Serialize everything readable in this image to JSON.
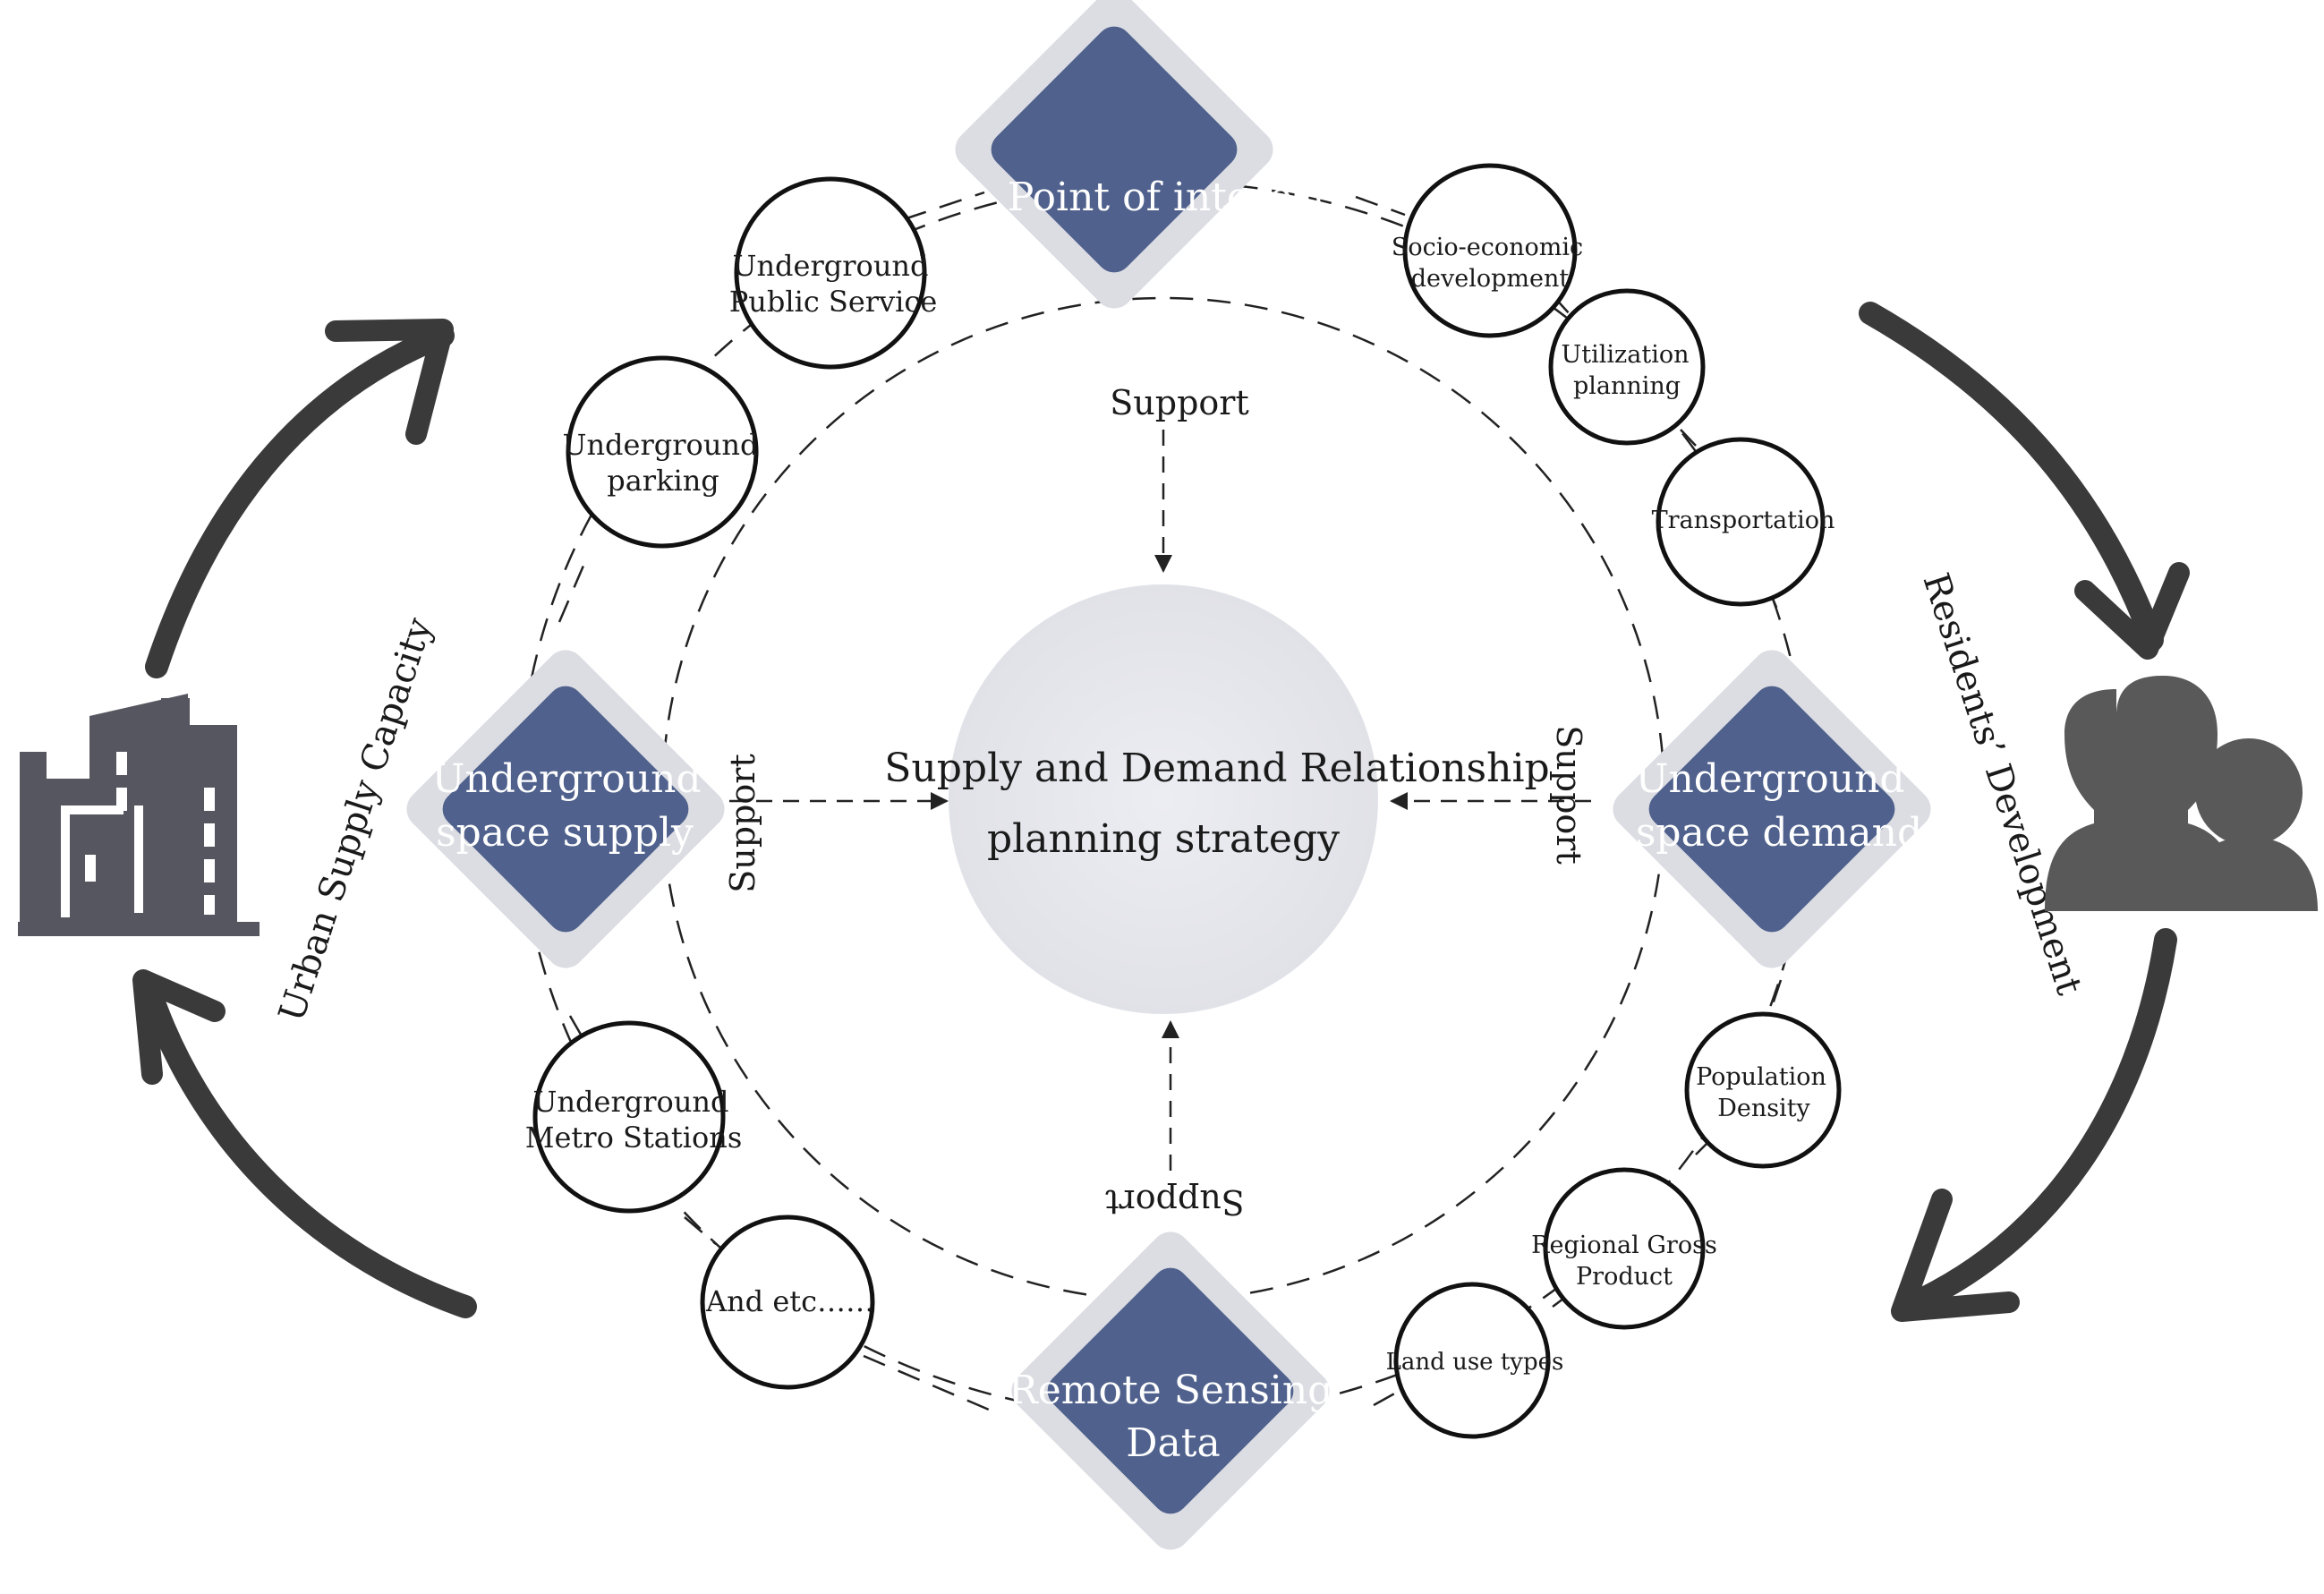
{
  "center": {
    "line1": "Supply and Demand Relationship",
    "line2": "planning strategy"
  },
  "diamonds": {
    "top": {
      "line1": "Point of interest"
    },
    "left": {
      "line1": "Underground",
      "line2": "space supply"
    },
    "right": {
      "line1": "Underground",
      "line2": "space demand"
    },
    "bottom": {
      "line1": "Remote Sensing",
      "line2": "Data"
    }
  },
  "support_label": "Support",
  "supply_items": [
    {
      "line1": "Underground",
      "line2": "Public Service"
    },
    {
      "line1": "Underground",
      "line2": "parking"
    },
    {
      "line1": "Underground",
      "line2": "Metro Stations"
    },
    {
      "line1": "And etc……",
      "line2": ""
    }
  ],
  "demand_items": [
    {
      "line1": "Socio-economic",
      "line2": "development"
    },
    {
      "line1": "Utilization",
      "line2": "planning"
    },
    {
      "line1": "Transportation",
      "line2": ""
    },
    {
      "line1": "Population",
      "line2": "Density"
    },
    {
      "line1": "Regional Gross",
      "line2": "Product"
    },
    {
      "line1": "Land use types",
      "line2": ""
    }
  ],
  "side_labels": {
    "left": "Urban Supply Capacity",
    "right": "Residents’ Development"
  },
  "icons": {
    "left": "building-icon",
    "right": "people-icon"
  },
  "colors": {
    "diamond": "#4f618c",
    "diamond_border": "#dcdde3",
    "center_circle": "#e8e9ee",
    "arrow": "#3a3a3a"
  }
}
